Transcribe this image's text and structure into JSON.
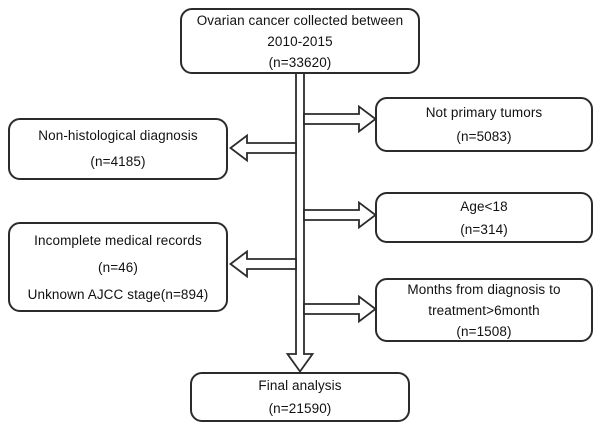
{
  "flowchart": {
    "type": "patient-selection-flowchart",
    "colors": {
      "stroke": "#2b2b2b",
      "text": "#111111",
      "background": "#ffffff"
    },
    "nodes": {
      "source": {
        "lines": [
          "Ovarian cancer collected between",
          "2010-2015",
          "(n=33620)"
        ]
      },
      "excluded_not_primary": {
        "lines": [
          "Not primary tumors",
          "(n=5083)"
        ]
      },
      "excluded_non_histological": {
        "lines": [
          "Non-histological diagnosis",
          "(n=4185)"
        ]
      },
      "excluded_age": {
        "lines": [
          "Age<18",
          "(n=314)"
        ]
      },
      "excluded_incomplete": {
        "lines": [
          "Incomplete medical records",
          "(n=46)",
          "Unknown AJCC stage(n=894)"
        ]
      },
      "excluded_months": {
        "lines": [
          "Months from diagnosis to",
          "treatment>6month",
          "(n=1508)"
        ]
      },
      "final": {
        "lines": [
          "Final analysis",
          "(n=21590)"
        ]
      }
    }
  }
}
